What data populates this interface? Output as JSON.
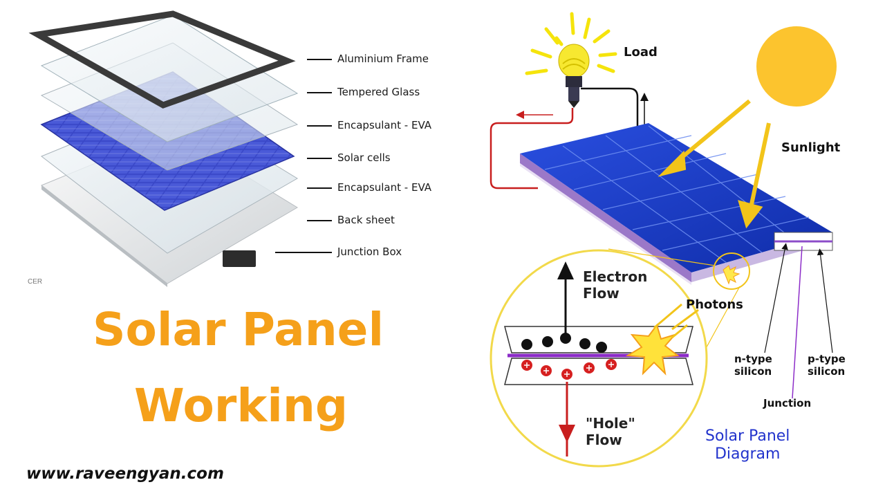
{
  "layers": {
    "credit": "CER",
    "items": [
      {
        "label": "Aluminium Frame"
      },
      {
        "label": "Tempered Glass"
      },
      {
        "label": "Encapsulant - EVA"
      },
      {
        "label": "Solar cells"
      },
      {
        "label": "Encapsulant - EVA"
      },
      {
        "label": "Back sheet"
      },
      {
        "label": "Junction Box"
      }
    ]
  },
  "title": {
    "line1": "Solar Panel",
    "line2": "Working"
  },
  "website": "www.raveengyan.com",
  "diagram": {
    "load": "Load",
    "sunlight": "Sunlight",
    "electron_flow": [
      "Electron",
      "Flow"
    ],
    "photons": "Photons",
    "hole_flow": [
      "\"Hole\"",
      "Flow"
    ],
    "n_type": [
      "n-type",
      "silicon"
    ],
    "p_type": [
      "p-type",
      "silicon"
    ],
    "junction": "Junction",
    "caption": [
      "Solar Panel",
      "Diagram"
    ]
  },
  "colors": {
    "title": "#f5a01a",
    "caption": "#2233cc",
    "panel": "#1b3cc4",
    "sun": "#fcc42e",
    "arrow": "#f2c41a",
    "wire": "#c81e1e"
  }
}
